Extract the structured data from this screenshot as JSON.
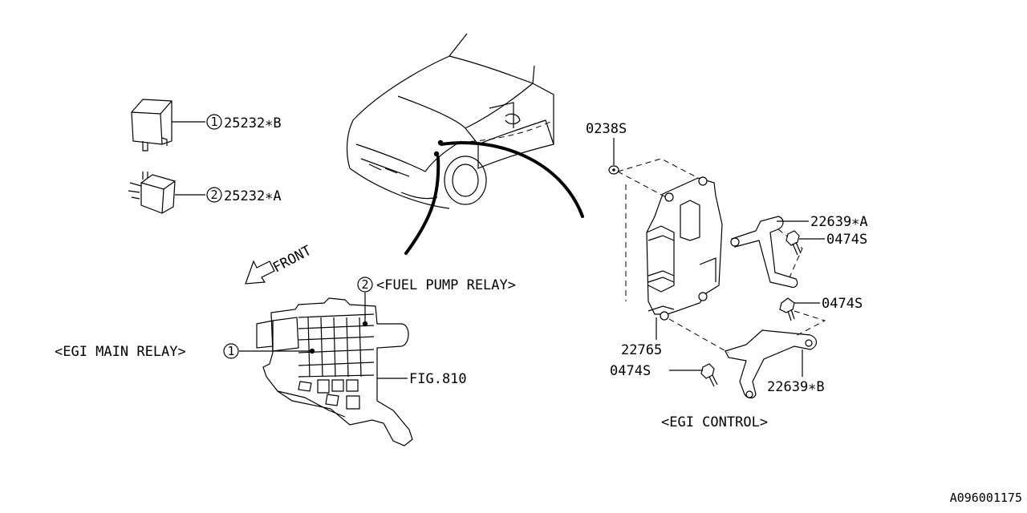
{
  "relays": {
    "item1": {
      "num": "1",
      "part": "25232∗B"
    },
    "item2": {
      "num": "2",
      "part": "25232∗A"
    }
  },
  "front_label": "FRONT",
  "fuse_box": {
    "fuel_pump_num": "2",
    "fuel_pump_label": "<FUEL PUMP RELAY>",
    "egi_main_num": "1",
    "egi_main_label": "<EGI MAIN RELAY>",
    "fig_ref": "FIG.810"
  },
  "egi": {
    "nut": "0238S",
    "bracket_a": "22639∗A",
    "bolt_top": "0474S",
    "bolt_mid": "0474S",
    "ecu": "22765",
    "bolt_bottom": "0474S",
    "bracket_b": "22639∗B",
    "caption": "<EGI CONTROL>"
  },
  "diagram_id": "A096001175"
}
